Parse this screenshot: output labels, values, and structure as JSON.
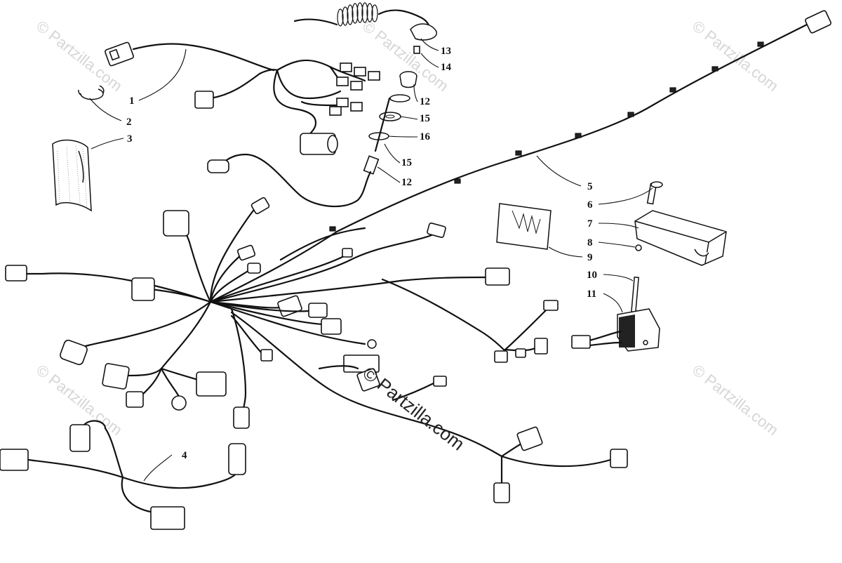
{
  "watermarks": {
    "main": "© Partzilla.com",
    "faint": "© Partzilla.com"
  },
  "callouts": [
    {
      "id": "1",
      "label": "1"
    },
    {
      "id": "2",
      "label": "2"
    },
    {
      "id": "3",
      "label": "3"
    },
    {
      "id": "4",
      "label": "4"
    },
    {
      "id": "5",
      "label": "5"
    },
    {
      "id": "6",
      "label": "6"
    },
    {
      "id": "7",
      "label": "7"
    },
    {
      "id": "8",
      "label": "8"
    },
    {
      "id": "9",
      "label": "9"
    },
    {
      "id": "10",
      "label": "10"
    },
    {
      "id": "11",
      "label": "11"
    },
    {
      "id": "12a",
      "label": "12"
    },
    {
      "id": "12b",
      "label": "12"
    },
    {
      "id": "13",
      "label": "13"
    },
    {
      "id": "14",
      "label": "14"
    },
    {
      "id": "15a",
      "label": "15"
    },
    {
      "id": "15b",
      "label": "15"
    },
    {
      "id": "16",
      "label": "16"
    }
  ],
  "colors": {
    "line": "#111111",
    "watermark": "#d6d6d6",
    "background": "#ffffff"
  }
}
